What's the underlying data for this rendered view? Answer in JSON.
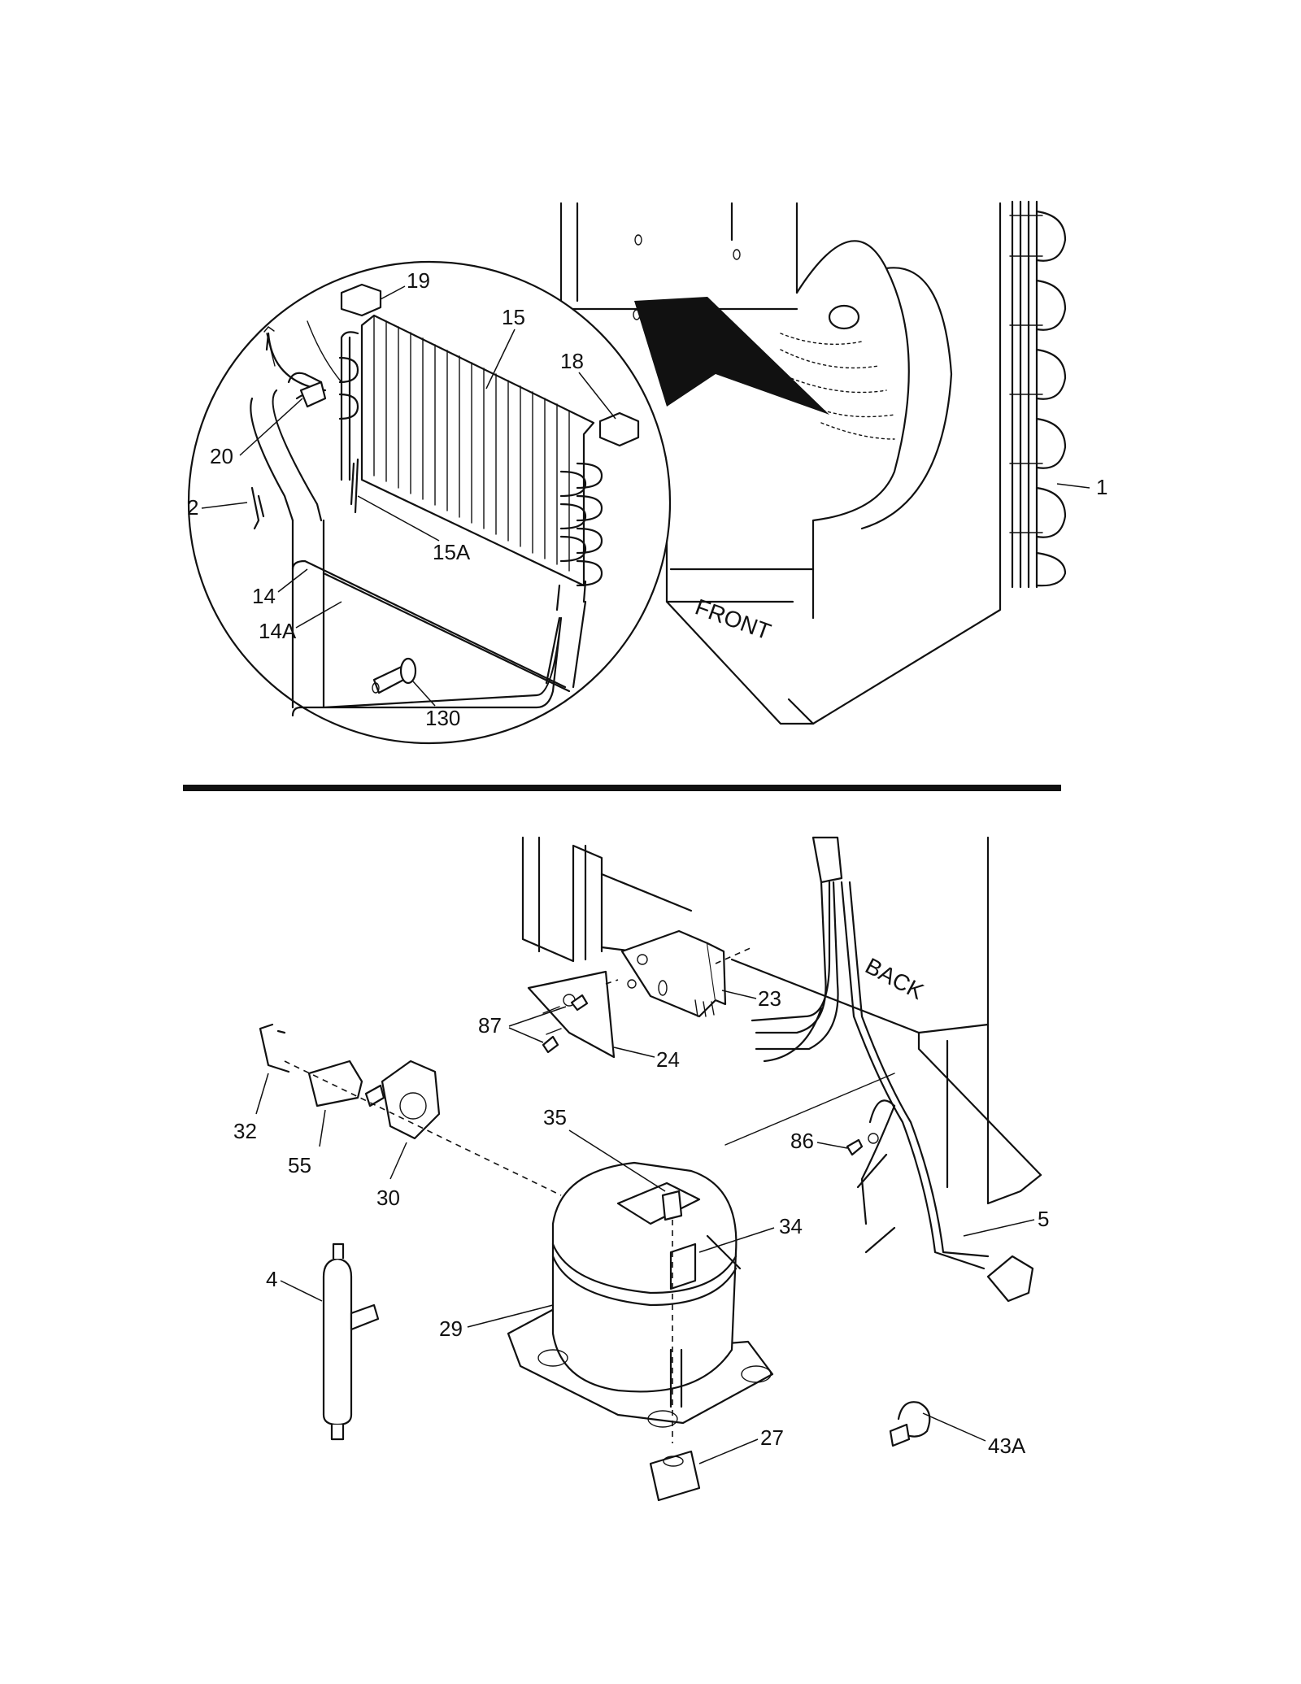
{
  "orientation_labels": {
    "front": "FRONT",
    "back": "BACK"
  },
  "callouts": {
    "c1": "1",
    "c2": "2",
    "c4": "4",
    "c5": "5",
    "c14": "14",
    "c14a": "14A",
    "c15": "15",
    "c15a": "15A",
    "c18": "18",
    "c19": "19",
    "c20": "20",
    "c23": "23",
    "c24": "24",
    "c27": "27",
    "c29": "29",
    "c30": "30",
    "c32": "32",
    "c34": "34",
    "c35": "35",
    "c43a": "43A",
    "c55": "55",
    "c86": "86",
    "c87": "87",
    "c130": "130"
  }
}
